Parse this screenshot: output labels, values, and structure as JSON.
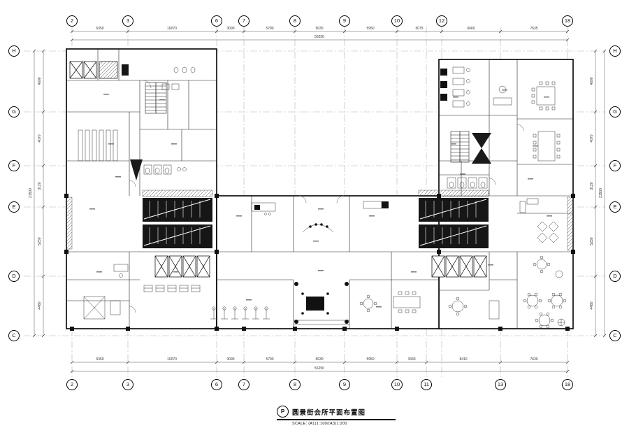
{
  "drawing": {
    "title": "圆景街会所平面布置图",
    "marker": "P",
    "scale": "SCALE: (A1)1:100/(A3)1:200"
  },
  "grid": {
    "top": [
      "2",
      "3",
      "6",
      "7",
      "8",
      "9",
      "10",
      "12",
      "18"
    ],
    "bottom": [
      "2",
      "3",
      "6",
      "7",
      "8",
      "9",
      "10",
      "11",
      "13",
      "18"
    ],
    "left": [
      "H",
      "G",
      "F",
      "E",
      "D",
      "C"
    ],
    "right": [
      "H",
      "G",
      "F",
      "E",
      "D",
      "C"
    ]
  },
  "dims": {
    "top": [
      "6350",
      "10070",
      "3090",
      "5790",
      "5630",
      "5950",
      "5075",
      "6660",
      "7635"
    ],
    "top_total": "56250",
    "bottom": [
      "6350",
      "10070",
      "3090",
      "5790",
      "5630",
      "5950",
      "3330",
      "8410",
      "7630"
    ],
    "bottom_total": "56250",
    "left": [
      "4600",
      "4070",
      "3120",
      "5230",
      "4480"
    ],
    "left_total": "21500",
    "right": [
      "4600",
      "4070",
      "3120",
      "5230",
      "4480"
    ],
    "right_total": "21500"
  }
}
